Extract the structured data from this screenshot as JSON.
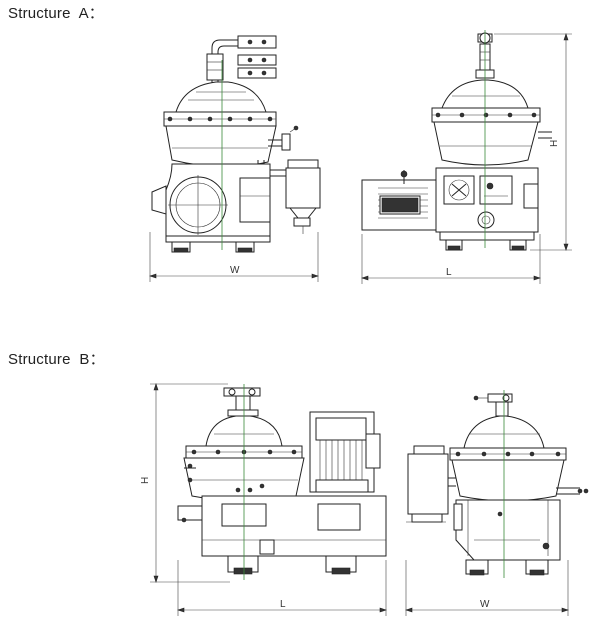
{
  "headings": {
    "structure_a": "Structure  A：",
    "structure_b": "Structure  B："
  },
  "dimensions": {
    "a_front_width": "W",
    "a_side_length": "L",
    "a_side_height": "H",
    "b_front_height": "H",
    "b_front_length": "L",
    "b_side_width": "W"
  },
  "colors": {
    "line": "#222222",
    "centerline": "#3a8a3a"
  }
}
